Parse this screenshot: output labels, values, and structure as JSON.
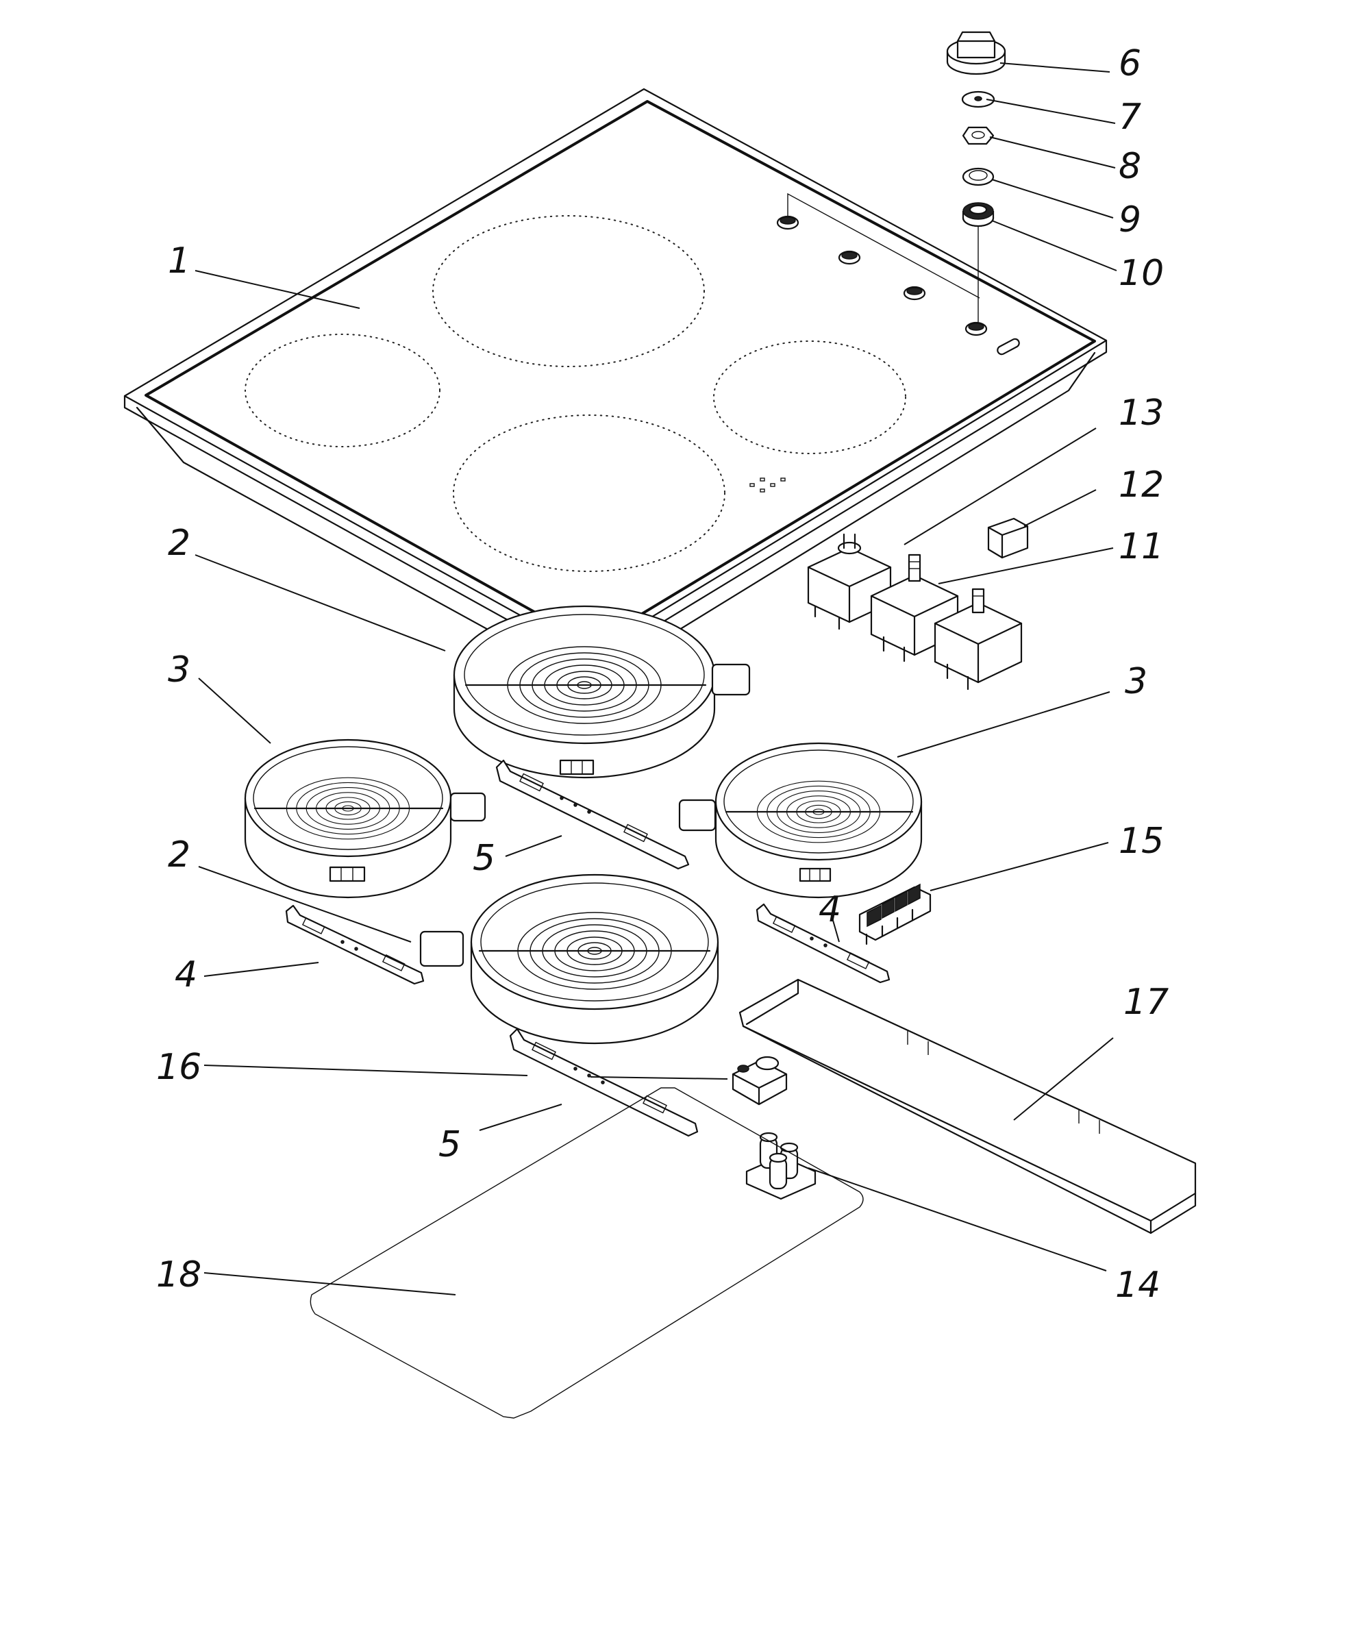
{
  "labels": {
    "p1": "1",
    "p2a": "2",
    "p2b": "2",
    "p3a": "3",
    "p3b": "3",
    "p4a": "4",
    "p4b": "4",
    "p5a": "5",
    "p5b": "5",
    "p6": "6",
    "p7": "7",
    "p8": "8",
    "p9": "9",
    "p10": "10",
    "p11": "11",
    "p12": "12",
    "p13": "13",
    "p14": "14",
    "p15": "15",
    "p16": "16",
    "p17": "17",
    "p18": "18"
  }
}
